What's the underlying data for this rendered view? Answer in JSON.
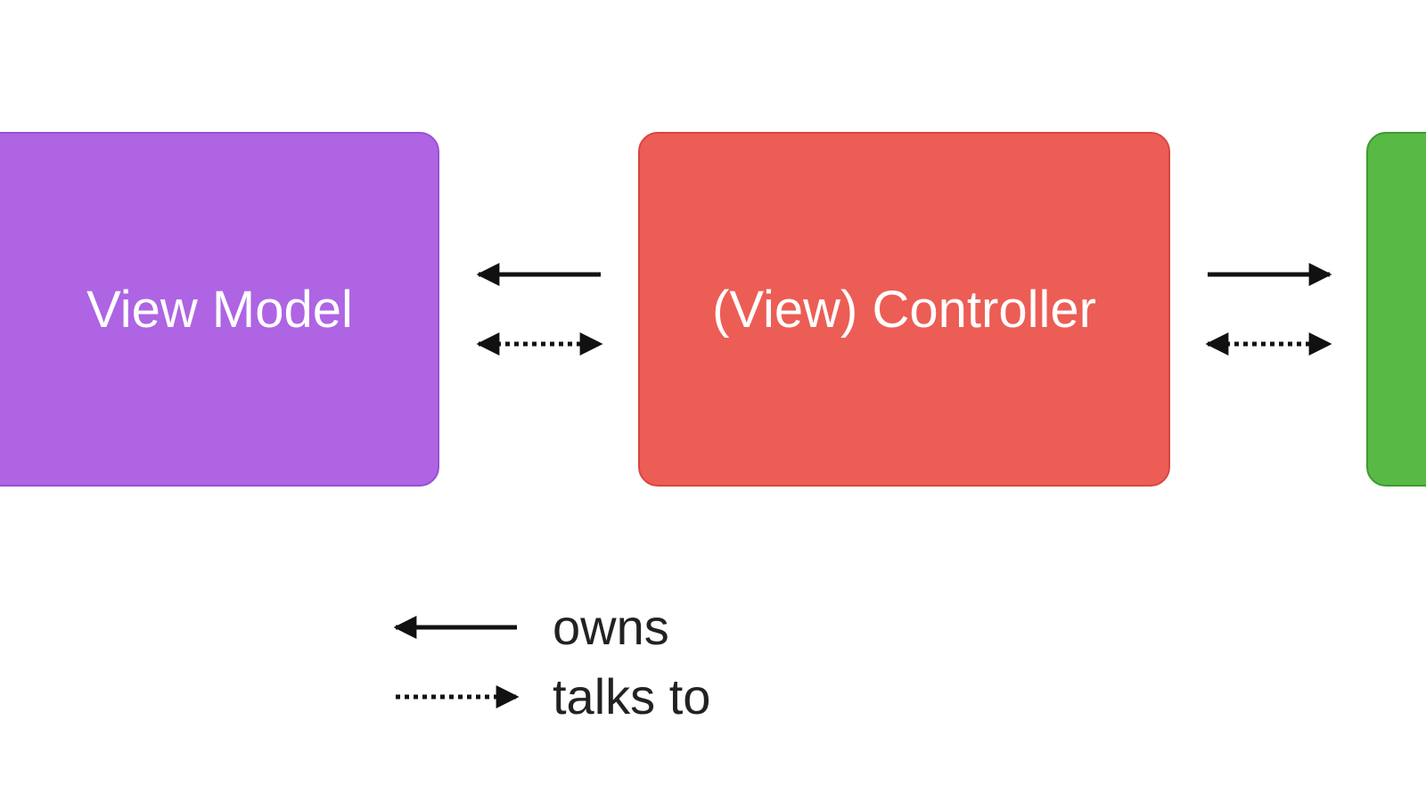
{
  "nodes": {
    "view_model": {
      "label": "View Model",
      "color": "#ae64e3"
    },
    "controller": {
      "label": "(View) Controller",
      "color": "#ec5d55"
    },
    "green_partial": {
      "label": "",
      "color": "#58b945"
    }
  },
  "legend": {
    "owns": "owns",
    "talks_to": "talks to"
  },
  "edges": [
    {
      "from": "controller",
      "to": "view_model",
      "kind": "owns"
    },
    {
      "from": "controller",
      "to": "view_model",
      "kind": "talks_to",
      "bidirectional": true
    },
    {
      "from": "controller",
      "to": "green_partial",
      "kind": "owns"
    },
    {
      "from": "controller",
      "to": "green_partial",
      "kind": "talks_to",
      "bidirectional": true
    }
  ]
}
